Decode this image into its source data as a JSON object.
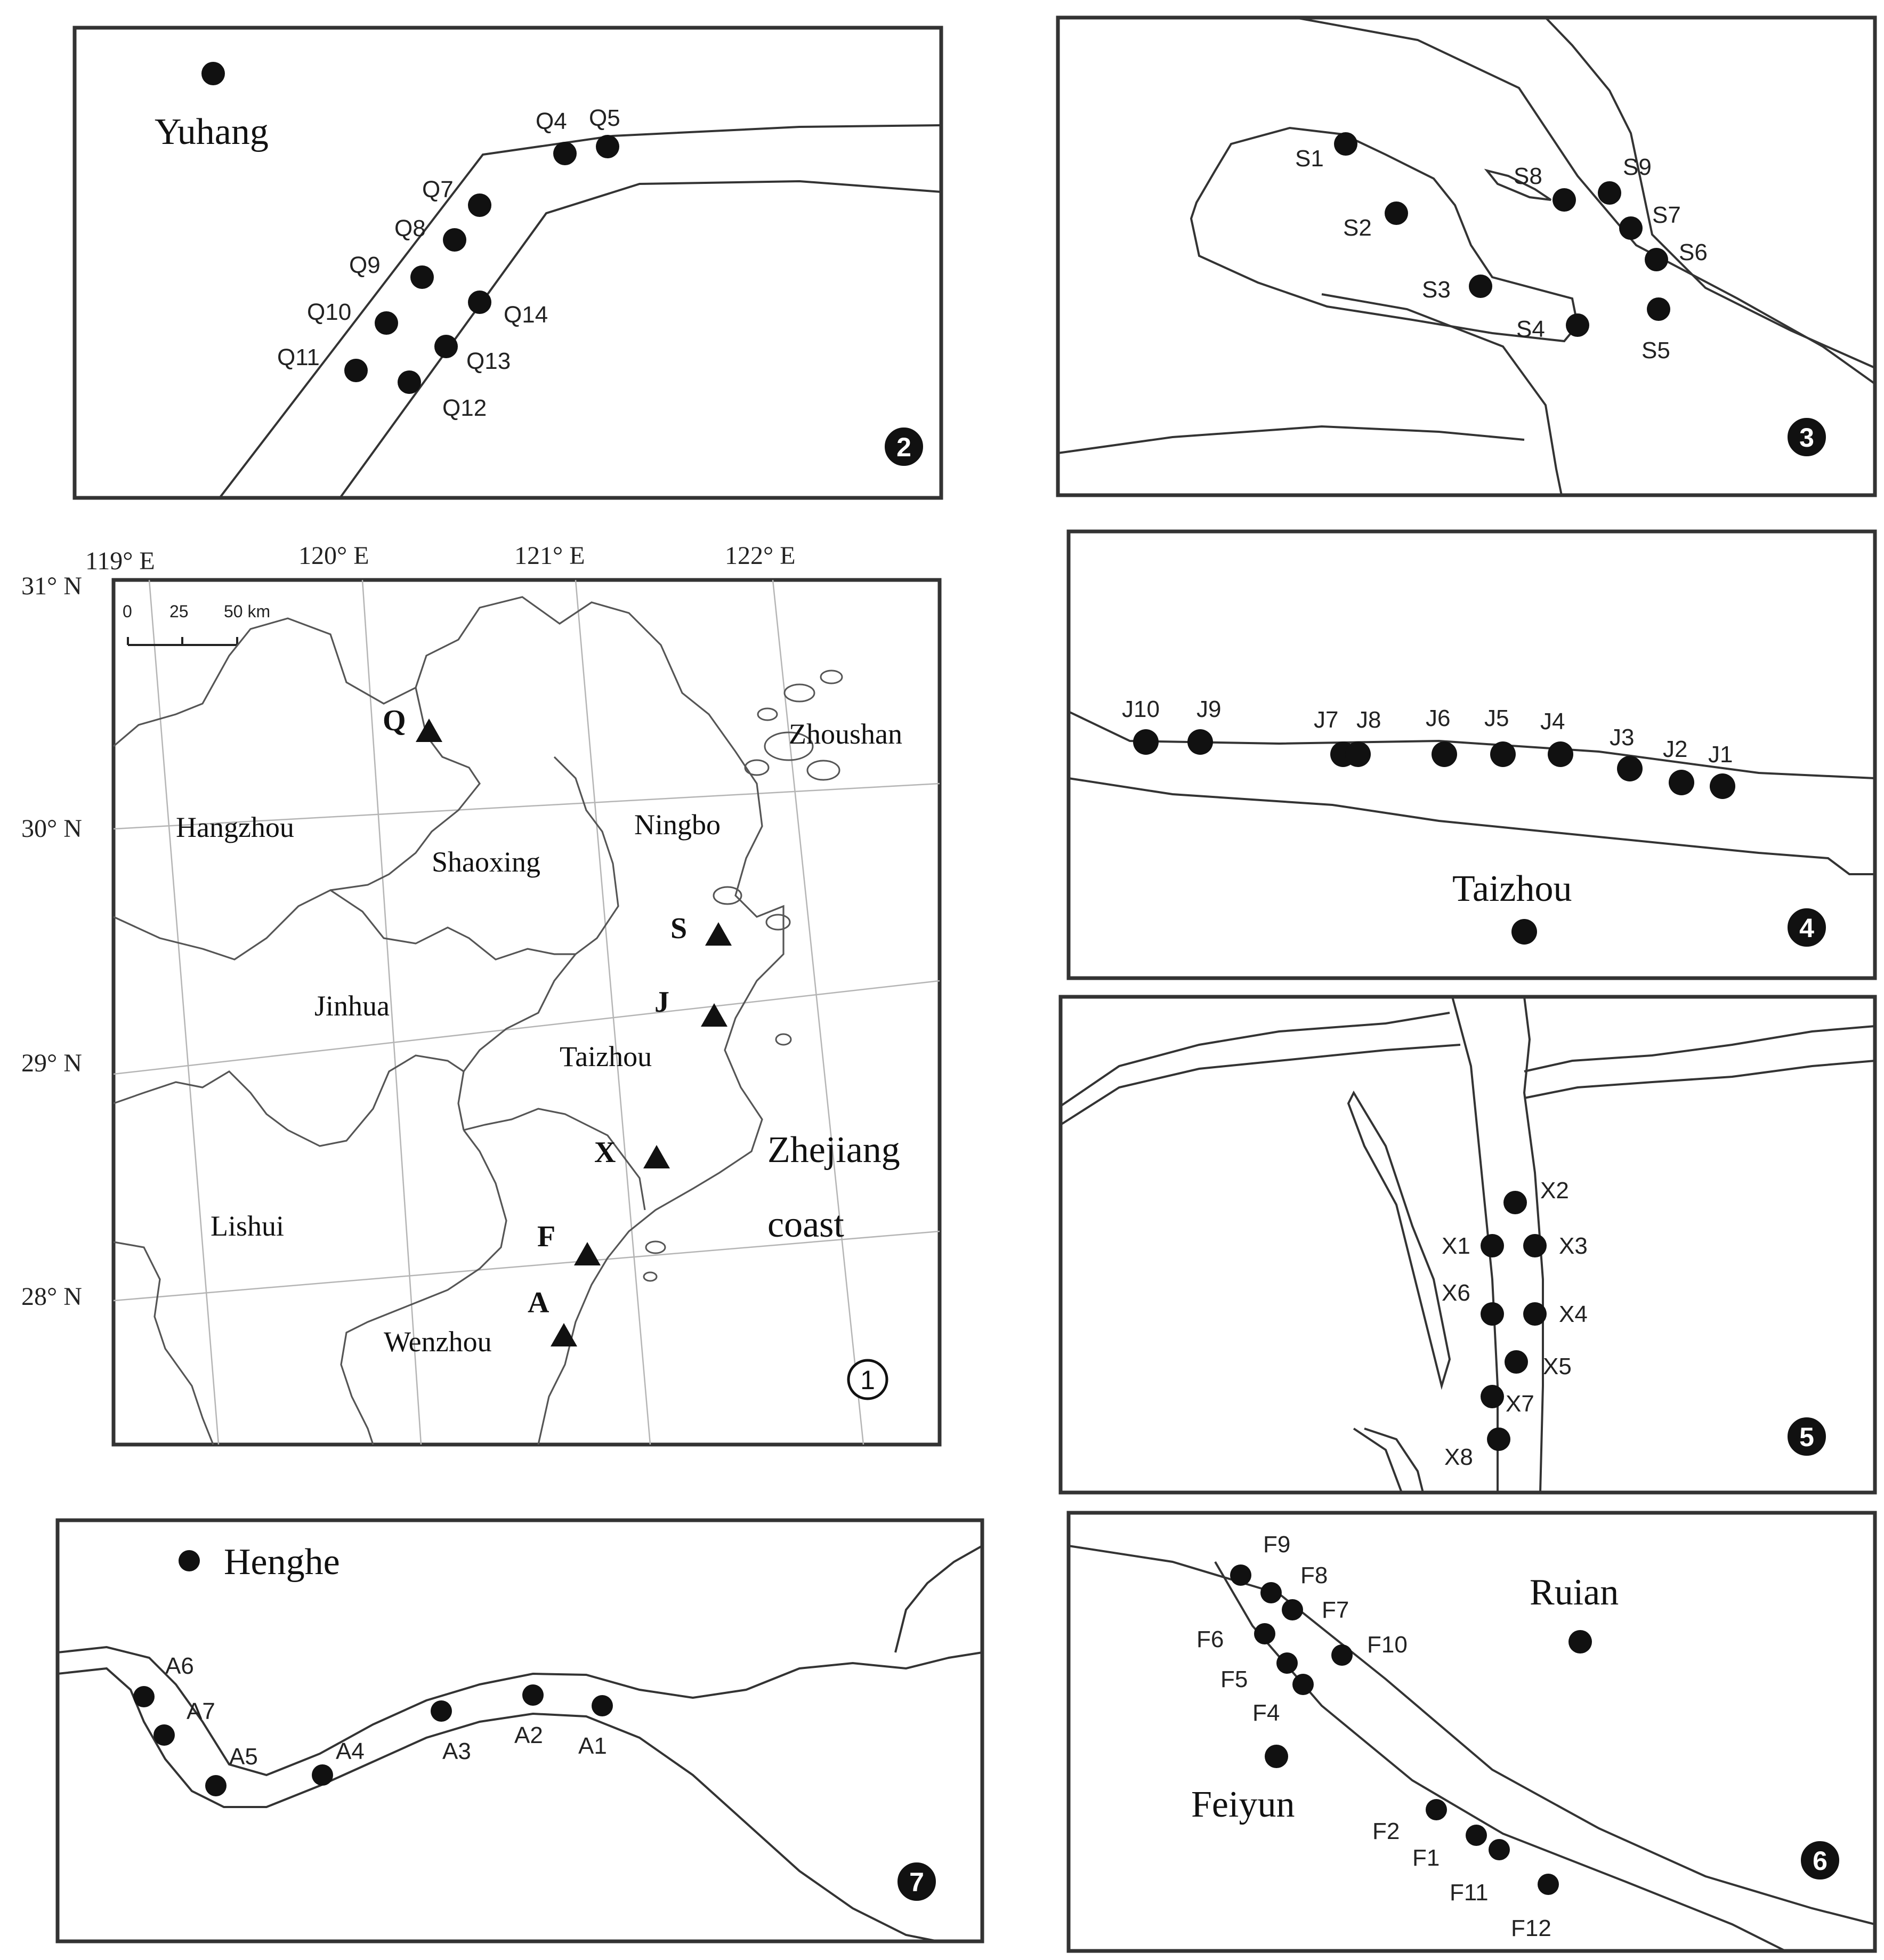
{
  "main_map": {
    "badge": "1",
    "lon_labels": [
      "119° E",
      "120° E",
      "121° E",
      "122° E"
    ],
    "lat_labels": [
      "31° N",
      "30° N",
      "29° N",
      "28° N"
    ],
    "scale": {
      "ticks": [
        "0",
        "25",
        "50 km"
      ]
    },
    "cities": [
      "Hangzhou",
      "Shaoxing",
      "Ningbo",
      "Zhoushan",
      "Jinhua",
      "Taizhou",
      "Lishui",
      "Wenzhou"
    ],
    "regions": [
      "Zhejiang",
      "coast"
    ],
    "sites": [
      "Q",
      "S",
      "J",
      "X",
      "F",
      "A"
    ]
  },
  "panel2": {
    "badge": "2",
    "town": "Yuhang",
    "sites": [
      "Q4",
      "Q5",
      "Q7",
      "Q8",
      "Q9",
      "Q10",
      "Q11",
      "Q12",
      "Q13",
      "Q14"
    ]
  },
  "panel3": {
    "badge": "3",
    "sites": [
      "S1",
      "S2",
      "S3",
      "S4",
      "S5",
      "S6",
      "S7",
      "S8",
      "S9"
    ]
  },
  "panel4": {
    "badge": "4",
    "town": "Taizhou",
    "sites": [
      "J10",
      "J9",
      "J7",
      "J8",
      "J6",
      "J5",
      "J4",
      "J3",
      "J2",
      "J1"
    ]
  },
  "panel5": {
    "badge": "5",
    "sites": [
      "X2",
      "X1",
      "X3",
      "X6",
      "X4",
      "X5",
      "X7",
      "X8"
    ]
  },
  "panel6": {
    "badge": "6",
    "towns": [
      "Ruian",
      "Feiyun"
    ],
    "sites": [
      "F9",
      "F8",
      "F7",
      "F6",
      "F10",
      "F5",
      "F4",
      "F2",
      "F1",
      "F11",
      "F12"
    ]
  },
  "panel7": {
    "badge": "7",
    "town": "Henghe",
    "sites": [
      "A6",
      "A7",
      "A5",
      "A4",
      "A3",
      "A2",
      "A1"
    ]
  }
}
